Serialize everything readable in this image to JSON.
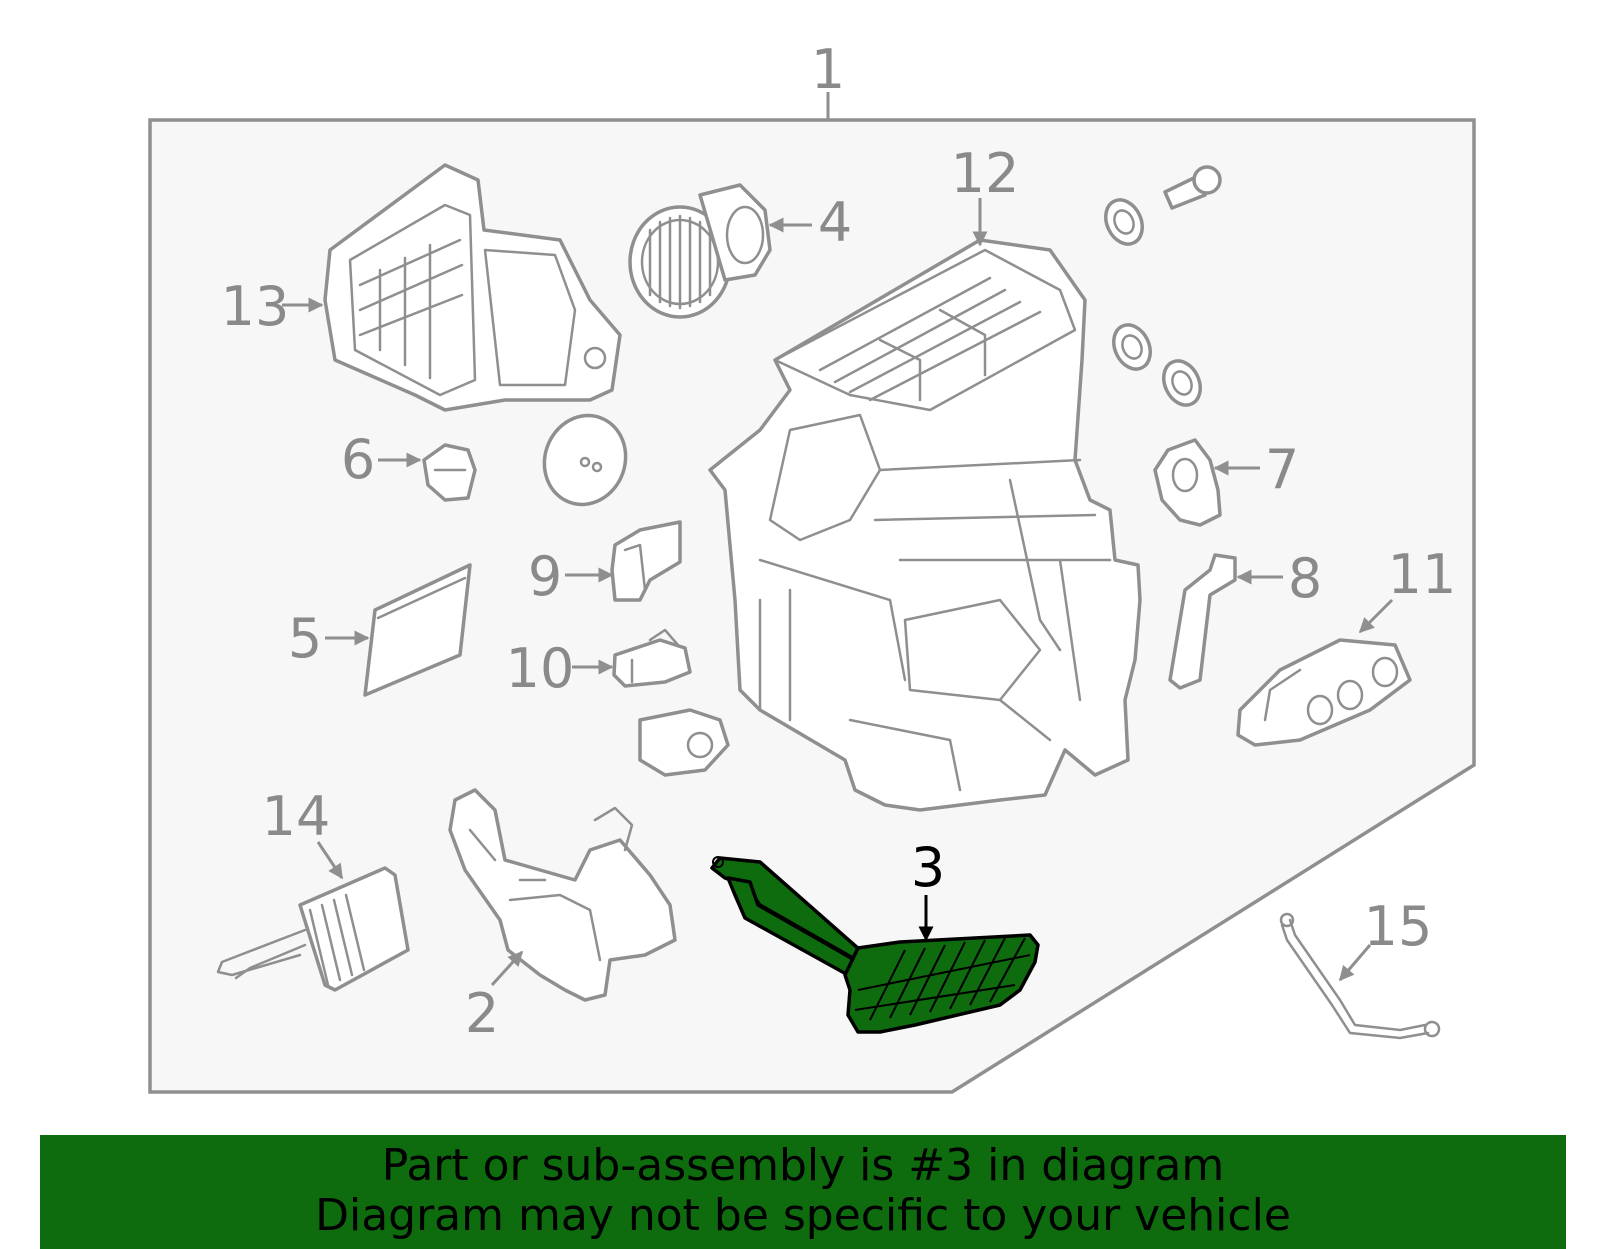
{
  "diagram": {
    "callouts": [
      "1",
      "2",
      "3",
      "4",
      "5",
      "6",
      "7",
      "8",
      "9",
      "10",
      "11",
      "12",
      "13",
      "14",
      "15"
    ],
    "highlighted_part": "3",
    "highlight_color": "#0e6b0e",
    "line_color": "#8f8f8f",
    "panel_fill": "#f7f7f7"
  },
  "banner": {
    "line1": "Part or sub-assembly is #3 in diagram",
    "line2": "Diagram may not be specific to your vehicle",
    "background": "#0e6b0e"
  }
}
